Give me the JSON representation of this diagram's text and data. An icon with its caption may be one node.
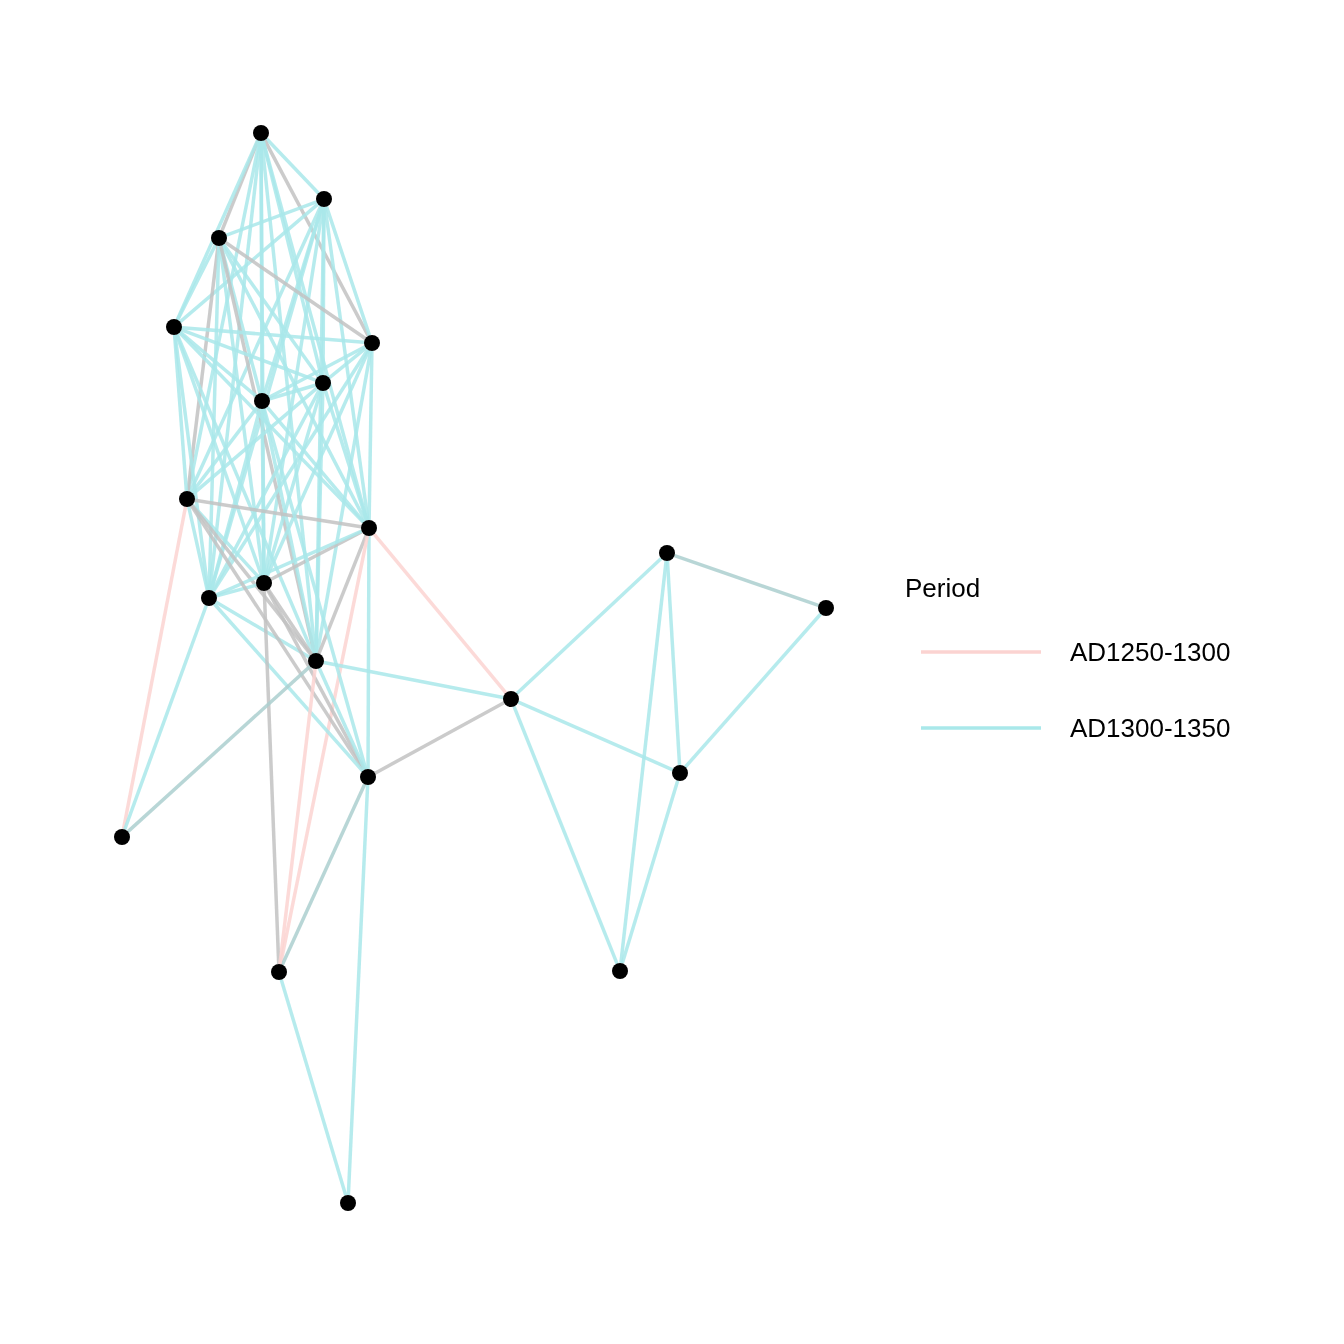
{
  "diagram": {
    "nodes": [
      {
        "text": [],
        "shape": "circle"
      },
      {
        "text": [],
        "shape": "circle"
      },
      {
        "text": [],
        "shape": "circle"
      },
      {
        "text": [],
        "shape": "circle"
      },
      {
        "text": [],
        "shape": "circle"
      },
      {
        "text": [],
        "shape": "circle"
      },
      {
        "text": [],
        "shape": "circle"
      },
      {
        "text": [],
        "shape": "circle"
      },
      {
        "text": [],
        "shape": "circle"
      },
      {
        "text": [],
        "shape": "circle"
      },
      {
        "text": [],
        "shape": "circle"
      },
      {
        "text": [],
        "shape": "circle"
      },
      {
        "text": [],
        "shape": "circle"
      },
      {
        "text": [],
        "shape": "circle"
      },
      {
        "text": [],
        "shape": "circle"
      },
      {
        "text": [],
        "shape": "circle"
      },
      {
        "text": [],
        "shape": "circle"
      },
      {
        "text": [],
        "shape": "circle"
      },
      {
        "text": [],
        "shape": "circle"
      },
      {
        "text": [],
        "shape": "circle"
      },
      {
        "text": [],
        "shape": "circle"
      }
    ],
    "edges": [
      {
        "from": 0,
        "to": 1,
        "arrow": "none"
      },
      {
        "from": 0,
        "to": 2,
        "arrow": "none",
        "color": "#c2c2c2"
      },
      {
        "from": 0,
        "to": 3,
        "arrow": "none"
      },
      {
        "from": 0,
        "to": 4,
        "arrow": "none",
        "color": "#c2c2c2"
      },
      {
        "from": 0,
        "to": 5,
        "arrow": "none"
      },
      {
        "from": 0,
        "to": 6,
        "arrow": "none"
      },
      {
        "from": 0,
        "to": 7,
        "arrow": "none"
      },
      {
        "from": 0,
        "to": 8,
        "arrow": "none"
      },
      {
        "from": 0,
        "to": 11,
        "arrow": "none"
      },
      {
        "from": 0,
        "to": 12,
        "arrow": "none"
      },
      {
        "from": 0,
        "to": 13,
        "arrow": "none"
      },
      {
        "from": 1,
        "to": 2,
        "arrow": "none"
      },
      {
        "from": 1,
        "to": 3,
        "arrow": "none"
      },
      {
        "from": 1,
        "to": 4,
        "arrow": "none"
      },
      {
        "from": 1,
        "to": 5,
        "arrow": "none"
      },
      {
        "from": 1,
        "to": 6,
        "arrow": "none"
      },
      {
        "from": 1,
        "to": 7,
        "arrow": "none"
      },
      {
        "from": 1,
        "to": 8,
        "arrow": "none"
      },
      {
        "from": 1,
        "to": 11,
        "arrow": "none"
      },
      {
        "from": 1,
        "to": 12,
        "arrow": "none"
      },
      {
        "from": 1,
        "to": 13,
        "arrow": "none"
      },
      {
        "from": 2,
        "to": 3,
        "arrow": "none"
      },
      {
        "from": 2,
        "to": 4,
        "arrow": "none",
        "color": "#c2c2c2"
      },
      {
        "from": 2,
        "to": 5,
        "arrow": "none"
      },
      {
        "from": 2,
        "to": 6,
        "arrow": "none"
      },
      {
        "from": 2,
        "to": 7,
        "arrow": "none",
        "color": "#c2c2c2"
      },
      {
        "from": 2,
        "to": 8,
        "arrow": "none"
      },
      {
        "from": 2,
        "to": 11,
        "arrow": "none"
      },
      {
        "from": 2,
        "to": 12,
        "arrow": "none"
      },
      {
        "from": 2,
        "to": 13,
        "arrow": "none",
        "color": "#c2c2c2"
      },
      {
        "from": 3,
        "to": 4,
        "arrow": "none"
      },
      {
        "from": 3,
        "to": 5,
        "arrow": "none"
      },
      {
        "from": 3,
        "to": 6,
        "arrow": "none"
      },
      {
        "from": 3,
        "to": 7,
        "arrow": "none"
      },
      {
        "from": 3,
        "to": 8,
        "arrow": "none"
      },
      {
        "from": 3,
        "to": 11,
        "arrow": "none"
      },
      {
        "from": 3,
        "to": 12,
        "arrow": "none"
      },
      {
        "from": 3,
        "to": 13,
        "arrow": "none"
      },
      {
        "from": 4,
        "to": 5,
        "arrow": "none"
      },
      {
        "from": 4,
        "to": 6,
        "arrow": "none"
      },
      {
        "from": 4,
        "to": 8,
        "arrow": "none"
      },
      {
        "from": 4,
        "to": 11,
        "arrow": "none"
      },
      {
        "from": 4,
        "to": 12,
        "arrow": "none"
      },
      {
        "from": 4,
        "to": 13,
        "arrow": "none"
      },
      {
        "from": 5,
        "to": 6,
        "arrow": "none"
      },
      {
        "from": 5,
        "to": 7,
        "arrow": "none"
      },
      {
        "from": 5,
        "to": 8,
        "arrow": "none"
      },
      {
        "from": 5,
        "to": 11,
        "arrow": "none"
      },
      {
        "from": 5,
        "to": 12,
        "arrow": "none"
      },
      {
        "from": 5,
        "to": 13,
        "arrow": "none"
      },
      {
        "from": 6,
        "to": 7,
        "arrow": "none"
      },
      {
        "from": 6,
        "to": 8,
        "arrow": "none"
      },
      {
        "from": 6,
        "to": 11,
        "arrow": "none"
      },
      {
        "from": 6,
        "to": 12,
        "arrow": "none"
      },
      {
        "from": 6,
        "to": 13,
        "arrow": "none"
      },
      {
        "from": 7,
        "to": 8,
        "arrow": "none",
        "color": "#c2c2c2"
      },
      {
        "from": 7,
        "to": 11,
        "arrow": "none"
      },
      {
        "from": 7,
        "to": 12,
        "arrow": "none"
      },
      {
        "from": 7,
        "to": 13,
        "arrow": "none",
        "color": "#c2c2c2"
      },
      {
        "from": 8,
        "to": 11,
        "arrow": "none",
        "color": "#c2c2c2"
      },
      {
        "from": 8,
        "to": 12,
        "arrow": "none"
      },
      {
        "from": 8,
        "to": 13,
        "arrow": "none",
        "color": "#c2c2c2"
      },
      {
        "from": 11,
        "to": 12,
        "arrow": "none"
      },
      {
        "from": 11,
        "to": 13,
        "arrow": "none",
        "color": "#c2c2c2"
      },
      {
        "from": 12,
        "to": 13,
        "arrow": "none"
      },
      {
        "from": 8,
        "to": 14,
        "arrow": "none",
        "color": "#fbd3d1"
      },
      {
        "from": 8,
        "to": 16,
        "arrow": "none"
      },
      {
        "from": 8,
        "to": 18,
        "arrow": "none",
        "color": "#fbd3d1"
      },
      {
        "from": 9,
        "to": 10,
        "arrow": "none",
        "color": "#abcfcf"
      },
      {
        "from": 9,
        "to": 14,
        "arrow": "none"
      },
      {
        "from": 9,
        "to": 15,
        "arrow": "none"
      },
      {
        "from": 9,
        "to": 19,
        "arrow": "none"
      },
      {
        "from": 10,
        "to": 15,
        "arrow": "none"
      },
      {
        "from": 13,
        "to": 14,
        "arrow": "none"
      },
      {
        "from": 14,
        "to": 15,
        "arrow": "none"
      },
      {
        "from": 14,
        "to": 19,
        "arrow": "none"
      },
      {
        "from": 14,
        "to": 16,
        "arrow": "none",
        "color": "#c2c2c2"
      },
      {
        "from": 15,
        "to": 19,
        "arrow": "none"
      },
      {
        "from": 7,
        "to": 16,
        "arrow": "none",
        "color": "#c2c2c2"
      },
      {
        "from": 11,
        "to": 16,
        "arrow": "none",
        "color": "#c2c2c2"
      },
      {
        "from": 12,
        "to": 16,
        "arrow": "none"
      },
      {
        "from": 13,
        "to": 16,
        "arrow": "none"
      },
      {
        "from": 6,
        "to": 16,
        "arrow": "none"
      },
      {
        "from": 16,
        "to": 18,
        "arrow": "none",
        "color": "#abcfcf"
      },
      {
        "from": 16,
        "to": 20,
        "arrow": "none"
      },
      {
        "from": 11,
        "to": 18,
        "arrow": "none",
        "color": "#c2c2c2"
      },
      {
        "from": 13,
        "to": 18,
        "arrow": "none",
        "color": "#fbd3d1"
      },
      {
        "from": 18,
        "to": 20,
        "arrow": "none"
      },
      {
        "from": 7,
        "to": 17,
        "arrow": "none",
        "color": "#fbd3d1"
      },
      {
        "from": 12,
        "to": 17,
        "arrow": "none"
      },
      {
        "from": 13,
        "to": 17,
        "arrow": "none",
        "color": "#abcfcf"
      }
    ],
    "labels": [
      "Period"
    ],
    "legend": [
      {
        "text": "AD1250-1300"
      },
      {
        "text": "AD1300-1350"
      }
    ]
  }
}
